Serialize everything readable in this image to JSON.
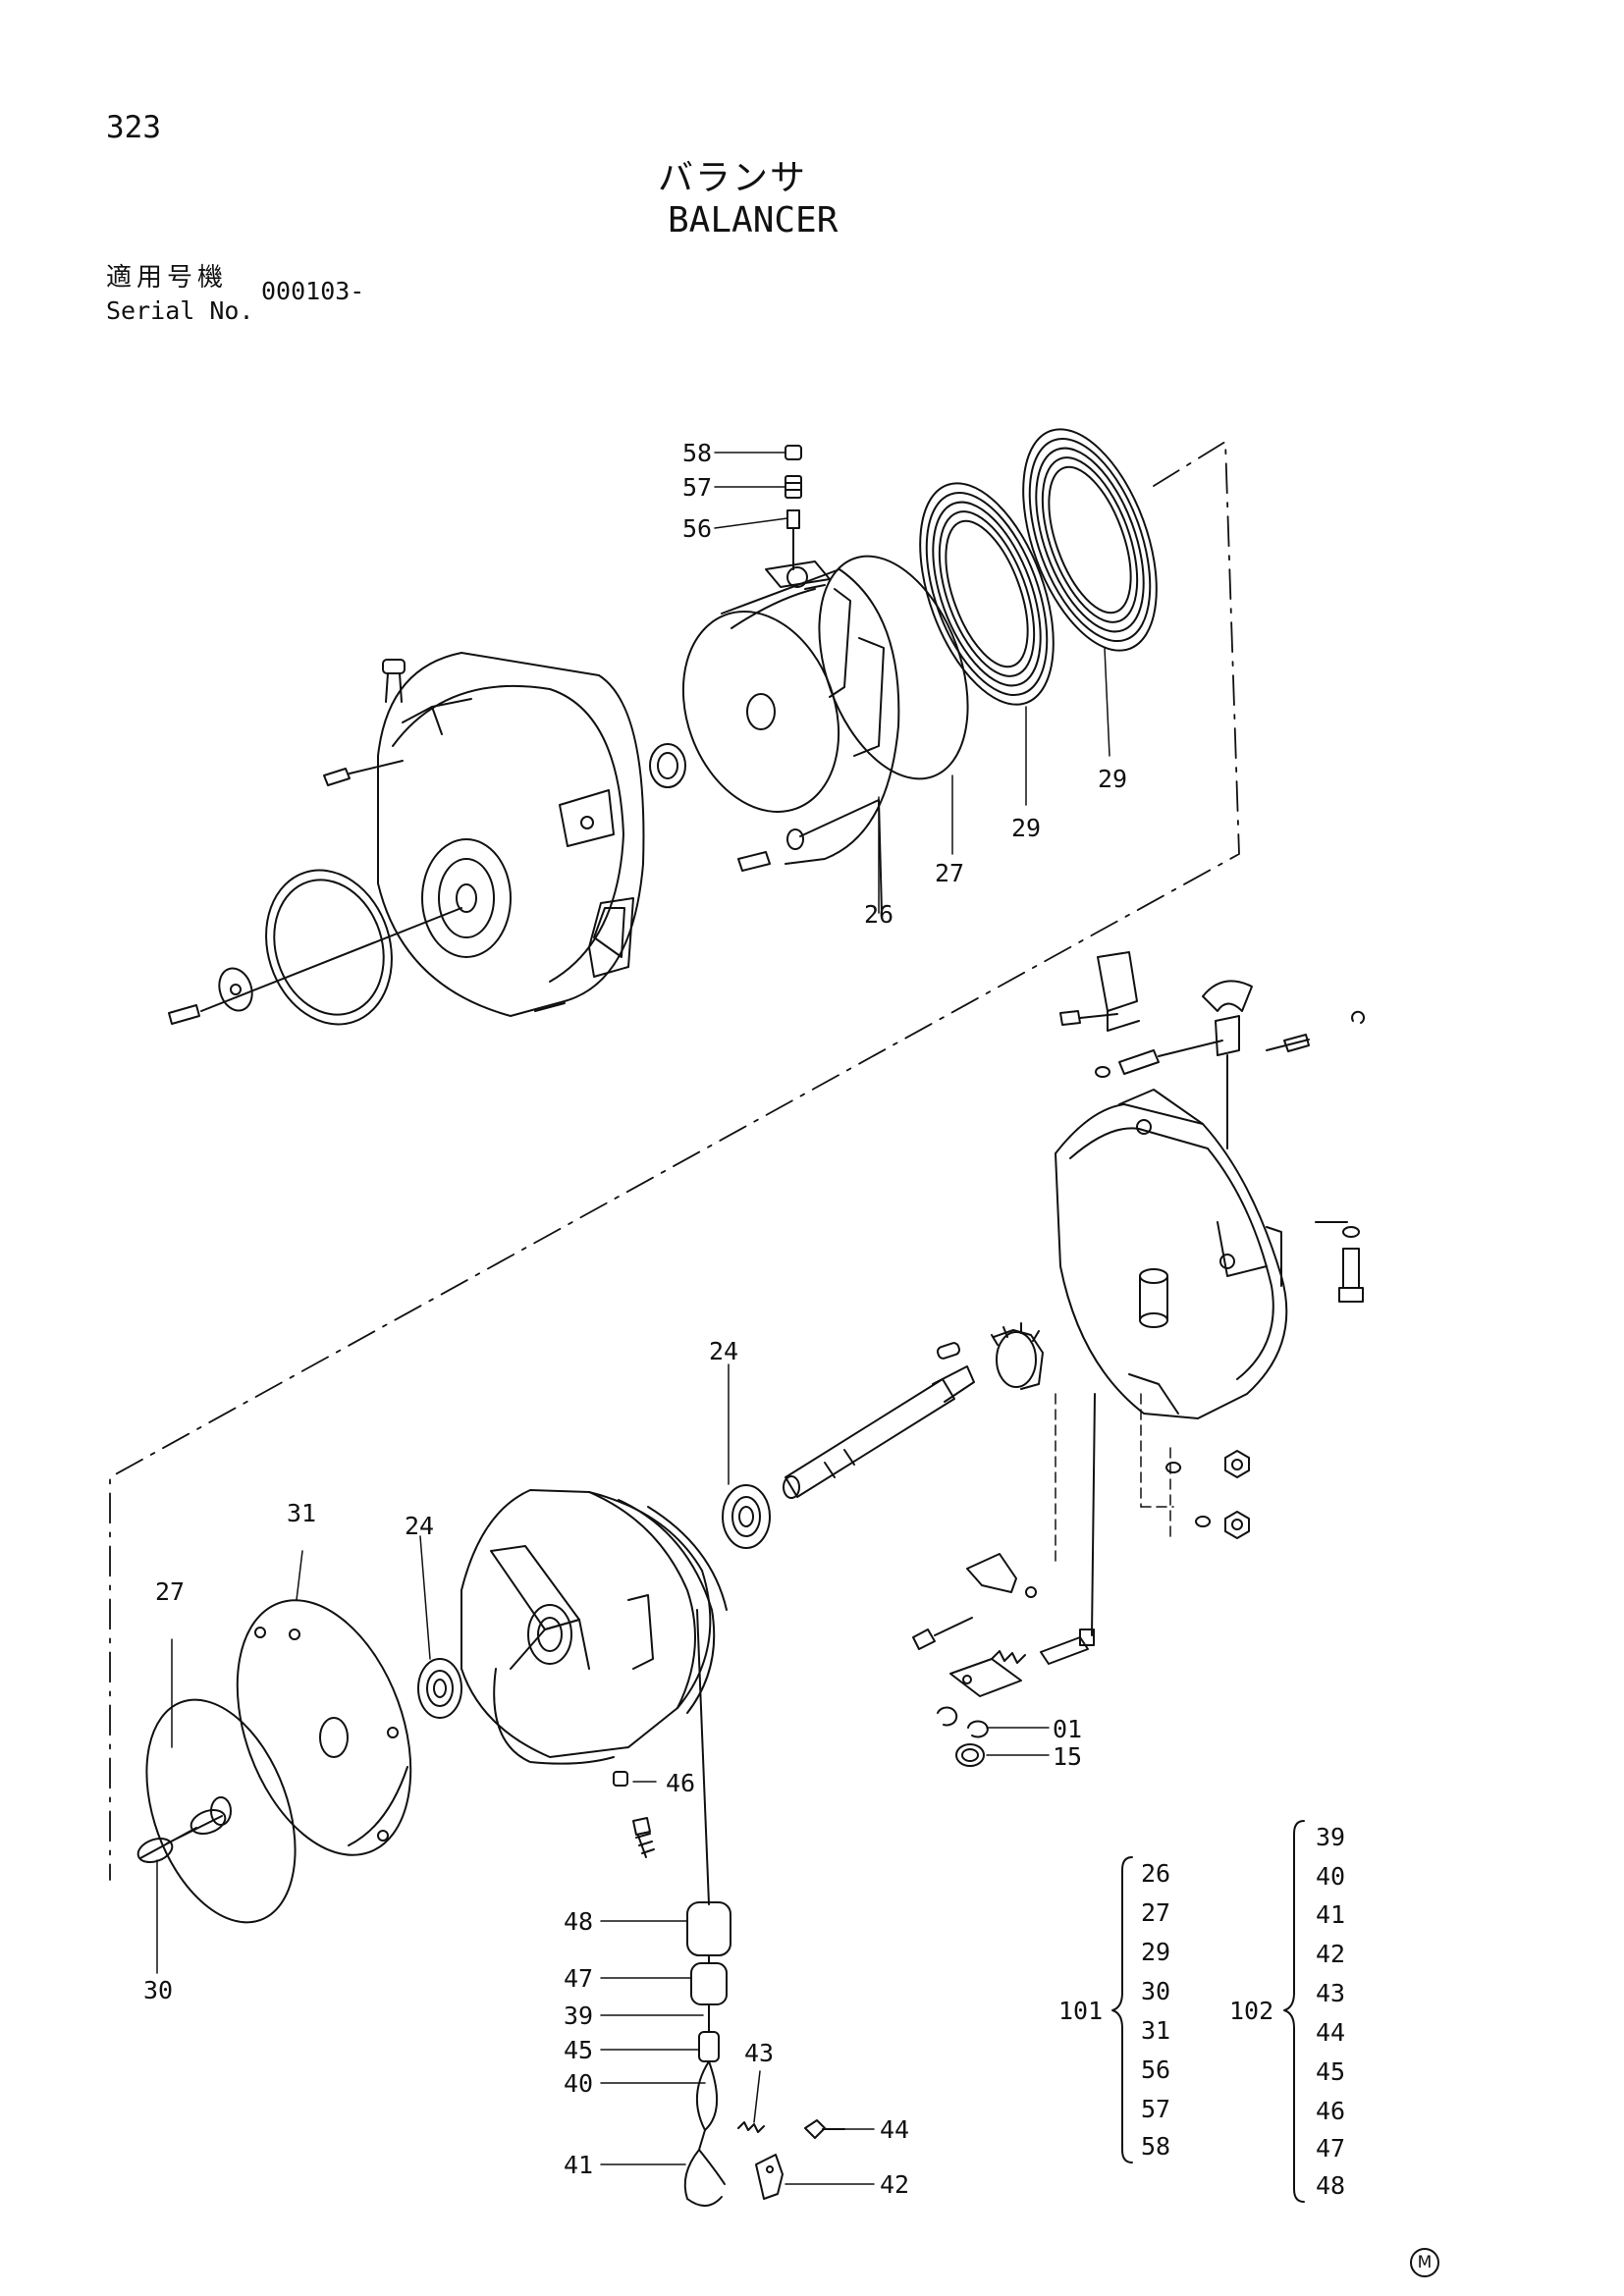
{
  "header": {
    "page_number": "323",
    "title_jp": "バランサ",
    "title_en": "BALANCER",
    "serial_label_jp": "適用号機",
    "serial_label_en": "Serial No.",
    "serial_value": "000103-"
  },
  "callouts": {
    "c58": "58",
    "c57": "57",
    "c56": "56",
    "c26": "26",
    "c27a": "27",
    "c29a": "29",
    "c29b": "29",
    "c24a": "24",
    "c24b": "24",
    "c31": "31",
    "c27b": "27",
    "c30": "30",
    "c46": "46",
    "c01": "01",
    "c15": "15",
    "c48": "48",
    "c47": "47",
    "c39": "39",
    "c45": "45",
    "c40": "40",
    "c41": "41",
    "c43": "43",
    "c44": "44",
    "c42": "42"
  },
  "groups": {
    "g101": {
      "label": "101",
      "items": [
        "26",
        "27",
        "29",
        "30",
        "31",
        "56",
        "57",
        "58"
      ]
    },
    "g102": {
      "label": "102",
      "items": [
        "39",
        "40",
        "41",
        "42",
        "43",
        "44",
        "45",
        "46",
        "47",
        "48"
      ]
    }
  },
  "footer": {
    "mark": "M"
  }
}
